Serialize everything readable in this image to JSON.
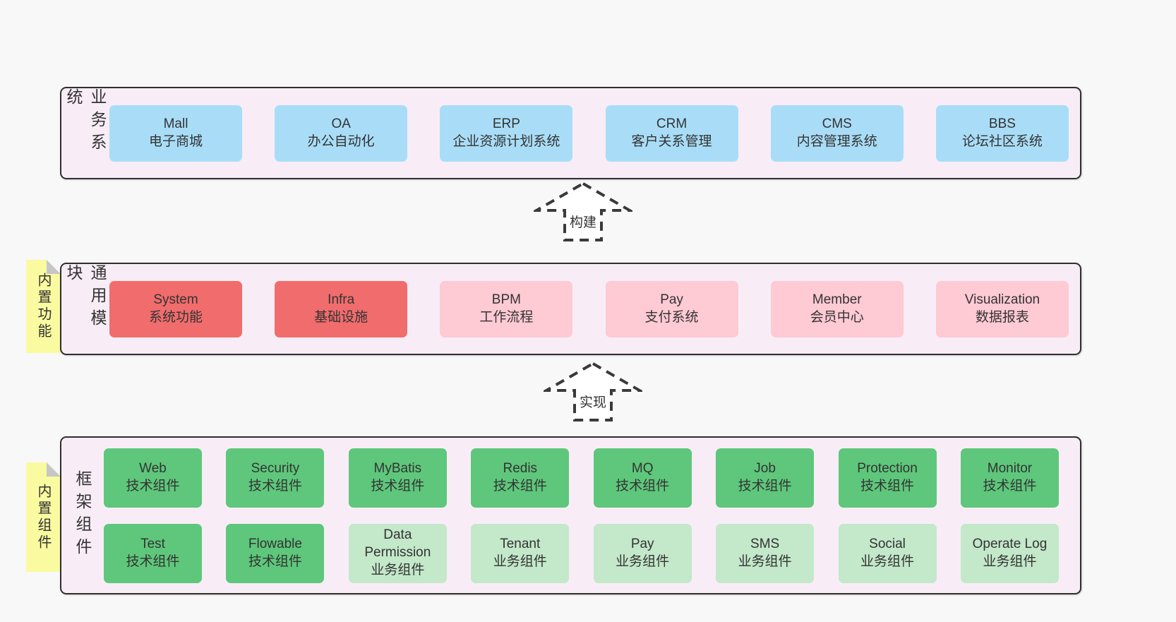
{
  "colors": {
    "page_bg": "#f8f8f8",
    "layer_bg": "#f8edf6",
    "layer_border": "#2f2f2f",
    "blue_box": "#a9ddf7",
    "red_box": "#f16c6c",
    "pink_box": "#fecad4",
    "green_box": "#5ec77b",
    "light_green_box": "#c3e8ca",
    "note_bg": "#fafaa0",
    "note_fold": "#c6c6c6",
    "text": "#333333",
    "arrow_stroke": "#3a3a3a"
  },
  "arrows": {
    "build": "构建",
    "implement": "实现"
  },
  "layers": {
    "business": {
      "label": "业务系统",
      "boxes": [
        {
          "title": "Mall",
          "subtitle": "电子商城",
          "variant": "blue"
        },
        {
          "title": "OA",
          "subtitle": "办公自动化",
          "variant": "blue"
        },
        {
          "title": "ERP",
          "subtitle": "企业资源计划系统",
          "variant": "blue"
        },
        {
          "title": "CRM",
          "subtitle": "客户关系管理",
          "variant": "blue"
        },
        {
          "title": "CMS",
          "subtitle": "内容管理系统",
          "variant": "blue"
        },
        {
          "title": "BBS",
          "subtitle": "论坛社区系统",
          "variant": "blue"
        }
      ]
    },
    "modules": {
      "label": "通用模块",
      "note": "内置功能",
      "boxes": [
        {
          "title": "System",
          "subtitle": "系统功能",
          "variant": "red"
        },
        {
          "title": "Infra",
          "subtitle": "基础设施",
          "variant": "red"
        },
        {
          "title": "BPM",
          "subtitle": "工作流程",
          "variant": "pink"
        },
        {
          "title": "Pay",
          "subtitle": "支付系统",
          "variant": "pink"
        },
        {
          "title": "Member",
          "subtitle": "会员中心",
          "variant": "pink"
        },
        {
          "title": "Visualization",
          "subtitle": "数据报表",
          "variant": "pink"
        }
      ]
    },
    "framework": {
      "label": "框架组件",
      "note": "内置组件",
      "row1": [
        {
          "title": "Web",
          "subtitle": "技术组件",
          "variant": "green"
        },
        {
          "title": "Security",
          "subtitle": "技术组件",
          "variant": "green"
        },
        {
          "title": "MyBatis",
          "subtitle": "技术组件",
          "variant": "green"
        },
        {
          "title": "Redis",
          "subtitle": "技术组件",
          "variant": "green"
        },
        {
          "title": "MQ",
          "subtitle": "技术组件",
          "variant": "green"
        },
        {
          "title": "Job",
          "subtitle": "技术组件",
          "variant": "green"
        },
        {
          "title": "Protection",
          "subtitle": "技术组件",
          "variant": "green"
        },
        {
          "title": "Monitor",
          "subtitle": "技术组件",
          "variant": "green"
        }
      ],
      "row2": [
        {
          "title": "Test",
          "subtitle": "技术组件",
          "variant": "green"
        },
        {
          "title": "Flowable",
          "subtitle": "技术组件",
          "variant": "green"
        },
        {
          "title": "Data Permission",
          "subtitle": "业务组件",
          "variant": "light-green"
        },
        {
          "title": "Tenant",
          "subtitle": "业务组件",
          "variant": "light-green"
        },
        {
          "title": "Pay",
          "subtitle": "业务组件",
          "variant": "light-green"
        },
        {
          "title": "SMS",
          "subtitle": "业务组件",
          "variant": "light-green"
        },
        {
          "title": "Social",
          "subtitle": "业务组件",
          "variant": "light-green"
        },
        {
          "title": "Operate Log",
          "subtitle": "业务组件",
          "variant": "light-green"
        }
      ]
    }
  }
}
